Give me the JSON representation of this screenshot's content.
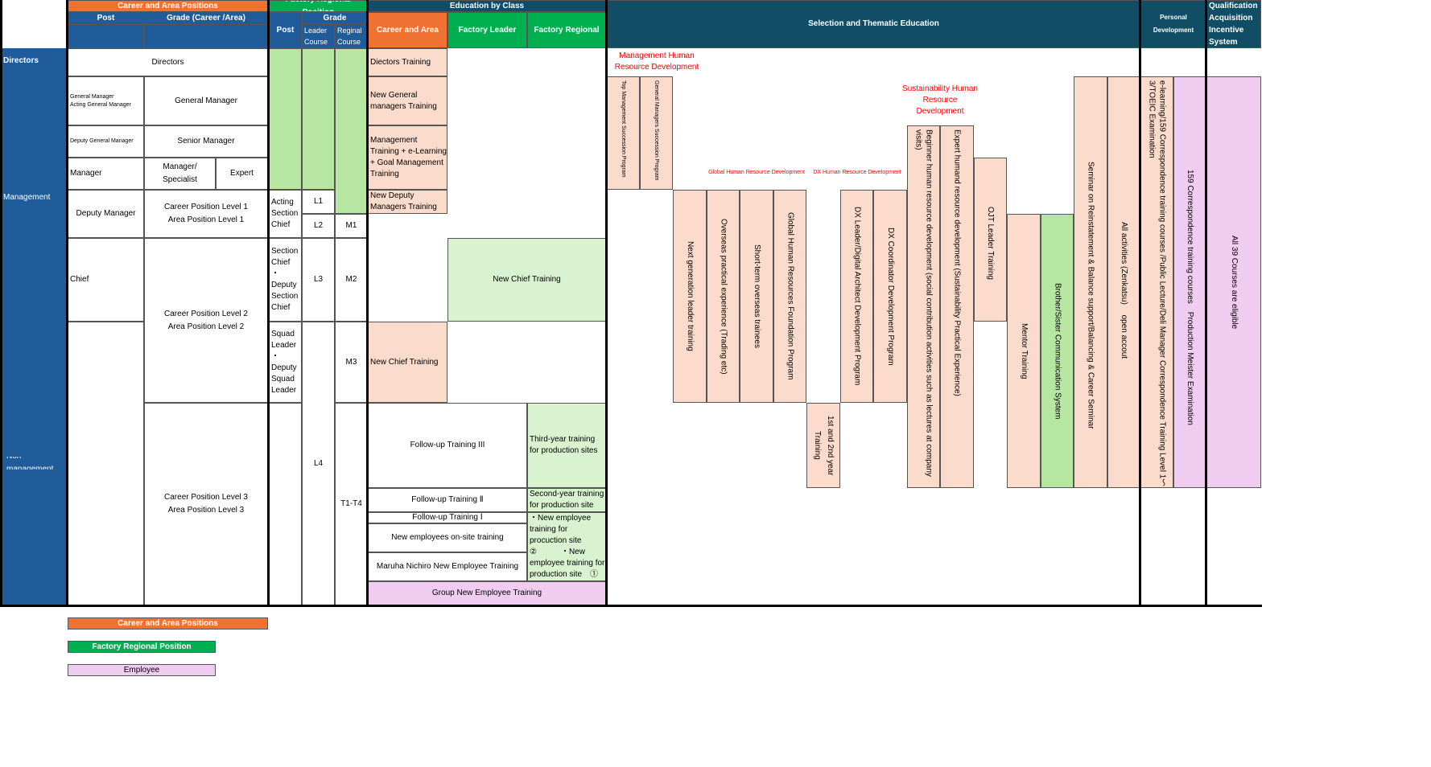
{
  "headers": {
    "career_area_positions": "Career and Area Positions",
    "post": "Post",
    "grade_career_area": "Grade (Career /Area)",
    "factory_regional_position": "Factory Regional Position",
    "grade": "Grade",
    "fr_post": "Post",
    "leader_course": "Leader Course",
    "regional_course": "Reginal Course",
    "education_by_class": "Education by Class",
    "career_and_area": "Career and Area",
    "factory_leader": "Factory Leader",
    "factory_regional": "Factory Regional",
    "selection_thematic": "Selection and Thematic Education",
    "personal_development": "Personal Development",
    "qualification": "Qualification Acquisition Incentive System"
  },
  "rows": {
    "directors": "Directors",
    "management": "Management",
    "non_management": "Non management"
  },
  "posts": {
    "directors": "Directors",
    "gm_small": "General Manager\nActing General Manager",
    "dgm_small": "Deputy General Manager",
    "manager": "Manager",
    "deputy_manager": "Deputy Manager",
    "chief": "Chief"
  },
  "grades": {
    "general_manager": "General Manager",
    "senior_manager": "Senior Manager",
    "manager_specialist": "Manager/ Specialist",
    "expert": "Expert",
    "level1": "Career Position Level 1\nArea Position Level 1",
    "level2": "Career Position Level 2\nArea Position Level 2",
    "level3": "Career Position Level 3\nArea Position Level 3"
  },
  "factory": {
    "acting_section_chief": "Acting Section Chief",
    "section_chief": "Section Chief\n・Deputy Section Chief",
    "squad_leader": "Squad Leader\n・Deputy Squad Leader",
    "l1": "L1",
    "l2": "L2",
    "l3": "L3",
    "l4": "L4",
    "m1": "M1",
    "m2": "M2",
    "m3": "M3",
    "t": "T1-T4"
  },
  "class_education": {
    "directors_training": "Diectors Training",
    "new_gm_training": "New General managers Training",
    "management_training": "Management Training + e-Learning + Goal Management Training",
    "new_deputy_managers": "New Deputy Managers Training",
    "new_chief_fl": "New Chief Training",
    "new_chief_ca": "New Chief Training",
    "followup3": "Follow-up Training III",
    "third_year": "Third-year training for production sites",
    "followup2": "Follow-up Training Ⅱ",
    "second_year": "Second-year training for production site",
    "followup1": "Follow-up Training Ⅰ",
    "new_on_site": "New employees on-site training",
    "new_emp_site": "・New employee training for procuction site ②　　　・New employee training for production site　①",
    "maruha": "Maruha Nichiro New Employee Training",
    "group_new": "Group New Employee Training"
  },
  "thematic": {
    "label_mgmt_hr": "Management Human Resource Development",
    "label_sustain": "Sustainability Human Resource Development",
    "label_global": "Global Human Resource Development",
    "label_dx": "DX Human Resource Development",
    "top_mgmt": "Top Management Succession Program",
    "gm_succession": "General Managers Succession Program",
    "next_gen": "Next generation leader training",
    "overseas_practical": "Overseas practical experience (Trading etc)",
    "short_term": "Short-term overseas trainees",
    "global_foundation": "Global Human Resources Foundation Program",
    "first_second_year": "1st and 2nd year Training",
    "dx_leader": "DX Leader/Digital Architect Development Program",
    "dx_coordinator": "DX Coordinator Development Program",
    "beginner_hr": "Beginner human resource development (social contribution activities such as lectures at company visits)",
    "expert_hr": "Expert humand resource development (Sustainability Practical Experience)",
    "ojt_leader": "OJT Leader Training",
    "mentor": "Mentor Training",
    "brother_sister": "Brother/Sister Communication System",
    "seminar": "Seminar on Reinstatement & Balance support/Balancing & Career Seminar",
    "all_activities": "All activities (Zenkatsu)　 open accout"
  },
  "personal": {
    "elearning": "e-learning/159 Correspondence training courses /Public Lecture/Deli Manager Correspondence Training Level 1～3/TOEIC Examination",
    "corr159": "159 Correspondence training courses　Production Meister Examination",
    "all39": "All 39 Courses are eligible"
  },
  "legend": {
    "career": "Career and Area Positions",
    "factory": "Factory Regional Position",
    "employee": "Employee"
  },
  "colors": {
    "blue": "#1f5c99",
    "dark_teal": "#124d66",
    "orange": "#ef7232",
    "green": "#00b050",
    "light_green": "#b6e6a2",
    "peach": "#fbdccc",
    "pink": "#f0cdf0"
  }
}
